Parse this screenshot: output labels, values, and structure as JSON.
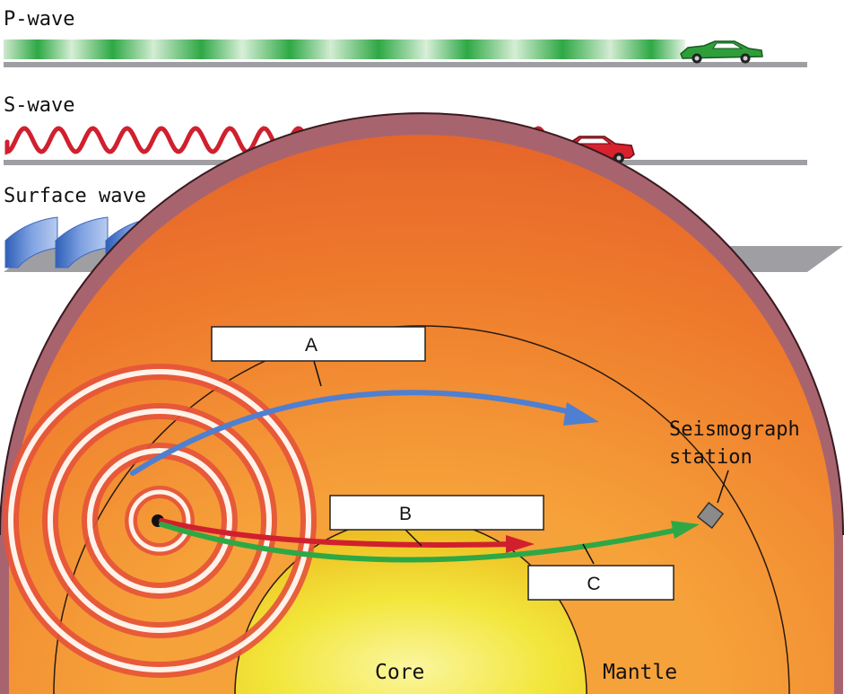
{
  "wave_rows": [
    {
      "label": "P-wave",
      "car_color": "#2e9e3a"
    },
    {
      "label": "S-wave",
      "car_color": "#d8222e"
    },
    {
      "label": "Surface wave",
      "car_color": "#3f5fa8"
    }
  ],
  "answer_boxes": [
    {
      "letter": "A"
    },
    {
      "letter": "B"
    },
    {
      "letter": "C"
    }
  ],
  "labels": {
    "station_line1": "Seismograph",
    "station_line2": "station",
    "core": "Core",
    "mantle": "Mantle"
  },
  "colors": {
    "p_wave": "#2ea845",
    "s_wave": "#d0202e",
    "surface_wave": "#4f7fd0",
    "crust": "#a8646e",
    "mantle": "#ec7a30",
    "core": "#f2e63a",
    "ground": "#9f9ea3"
  }
}
